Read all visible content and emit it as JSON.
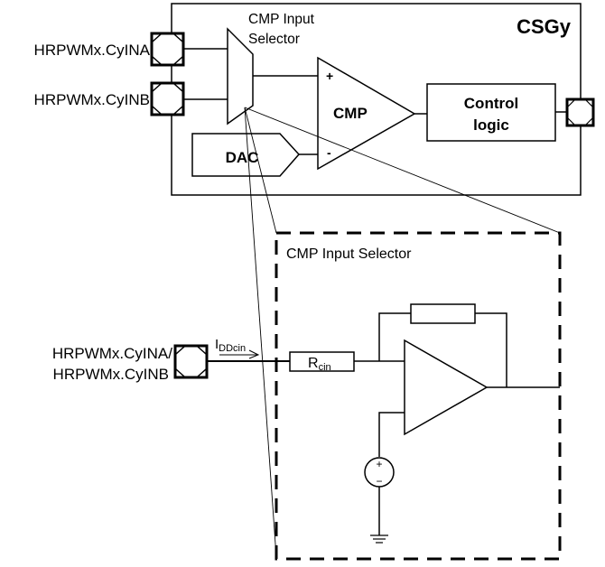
{
  "title": "CSGy",
  "pins": {
    "input_a": "HRPWMx.CyINA",
    "input_b": "HRPWMx.CyINB",
    "combined_line1": "HRPWMx.CyINA/",
    "combined_line2": "HRPWMx.CyINB"
  },
  "blocks": {
    "mux_label_line1": "CMP Input",
    "mux_label_line2": "Selector",
    "dac": "DAC",
    "cmp": "CMP",
    "cmp_plus": "+",
    "cmp_minus": "-",
    "control_line1": "Control",
    "control_line2": "logic"
  },
  "detail": {
    "title": "CMP Input Selector",
    "current_main": "I",
    "current_sub": "DDcin",
    "resistor_main": "R",
    "resistor_sub": "cin",
    "source_plus": "+",
    "source_minus": "−"
  }
}
